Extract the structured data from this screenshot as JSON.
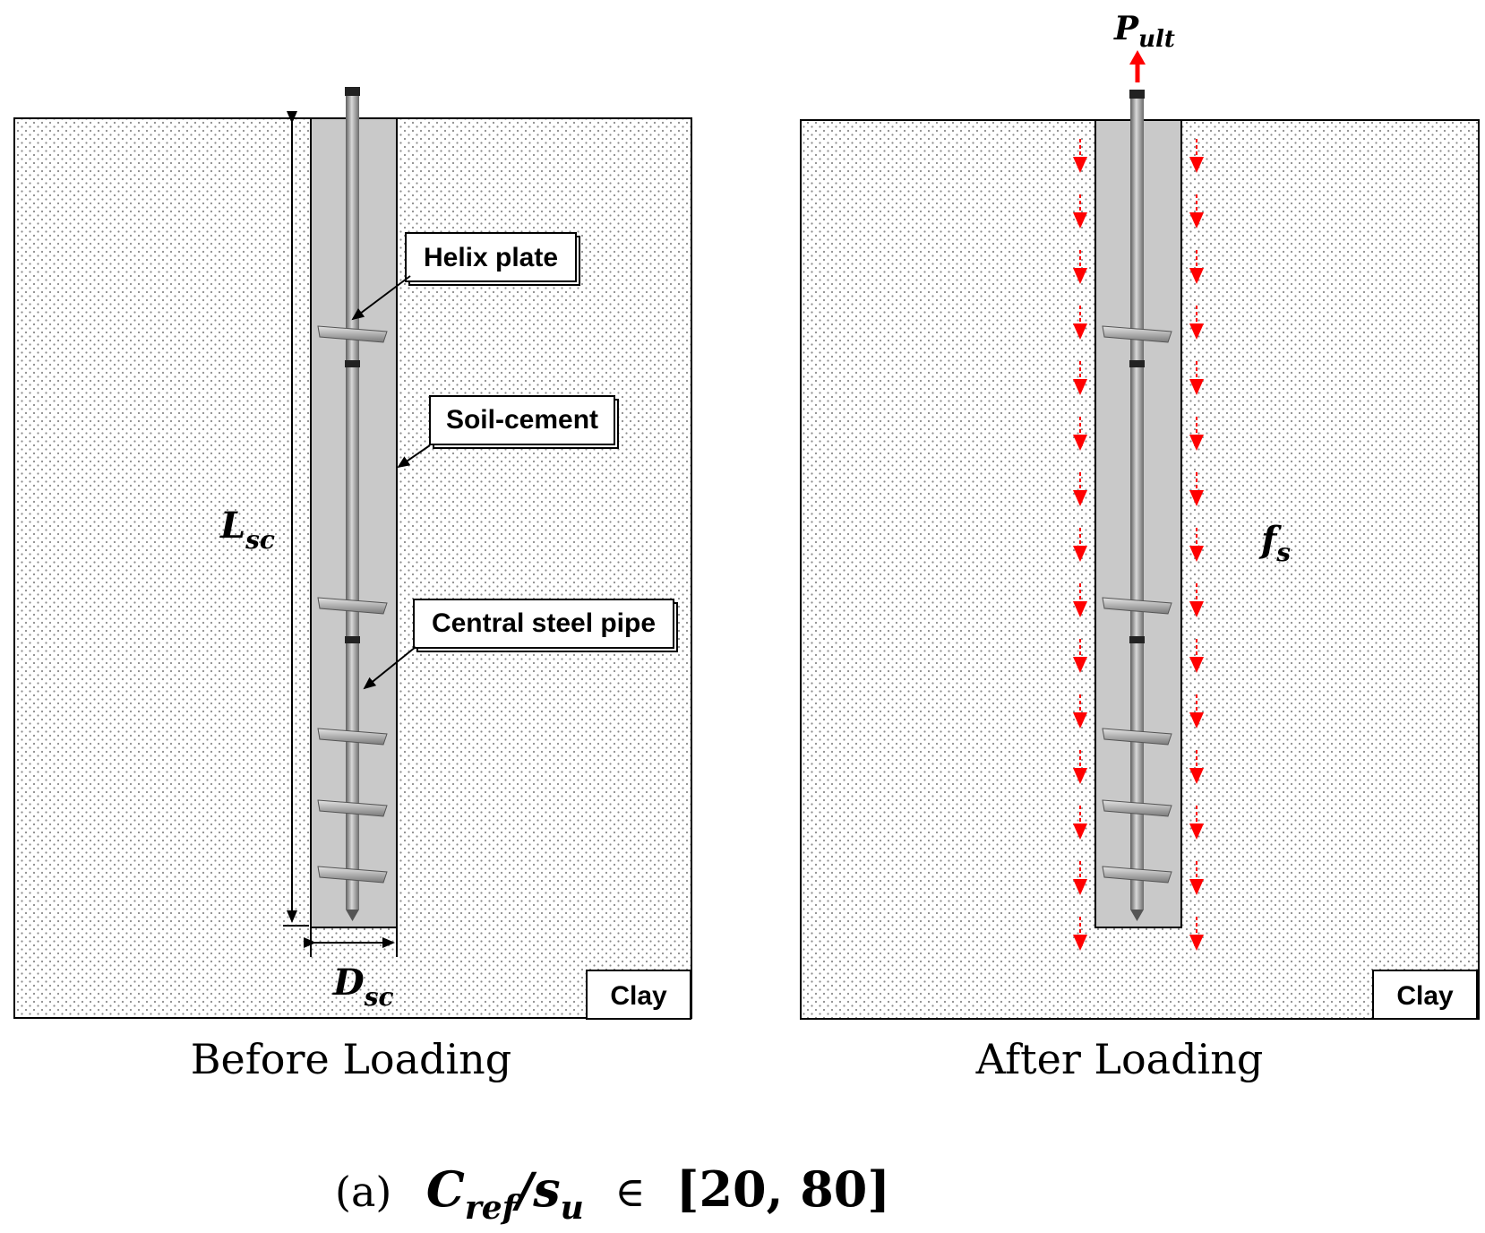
{
  "panels": [
    {
      "caption": "Before Loading",
      "clay_label": "Clay",
      "callouts": {
        "helix": "Helix plate",
        "soil_cement": "Soil-cement",
        "pipe": "Central steel pipe"
      },
      "length_symbol": {
        "base": "L",
        "sub": "sc"
      },
      "diameter_symbol": {
        "base": "D",
        "sub": "sc"
      }
    },
    {
      "caption": "After Loading",
      "clay_label": "Clay",
      "load_symbol": {
        "base": "P",
        "sub": "ult"
      },
      "friction_symbol": {
        "base": "f",
        "sub": "s"
      }
    }
  ],
  "subfigure": {
    "label": "(a)",
    "ratio_num": {
      "base": "C",
      "sub": "ref"
    },
    "ratio_sep": "/",
    "ratio_den": {
      "base": "s",
      "sub": "u"
    },
    "relation": "∈",
    "range": "[20, 80]"
  },
  "colors": {
    "soil_dots": "#8a8a8a",
    "soil_cement": "#c9c9c9",
    "steel": "#8c8c8c",
    "friction_arrow": "#ff0000"
  }
}
